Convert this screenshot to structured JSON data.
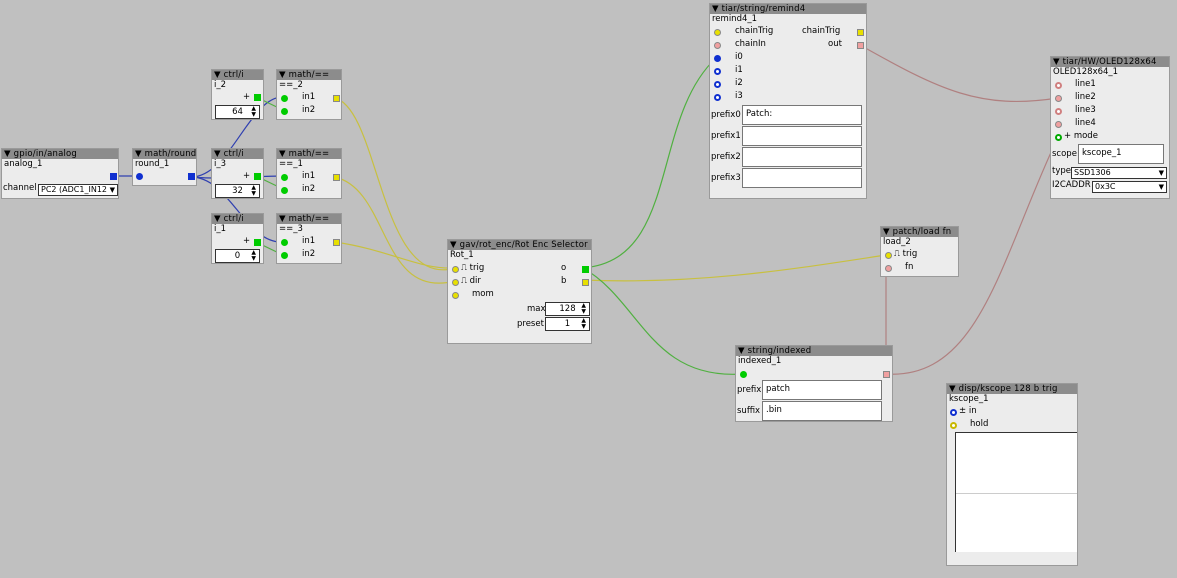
{
  "colors": {
    "bool": "#e8e000",
    "int": "#1030d0",
    "frac": "#00cc00",
    "str": "#f0a0a0",
    "wire_int": "#3040b0",
    "wire_bool": "#c8c040",
    "wire_frac": "#50b040",
    "wire_str": "#b08080"
  },
  "nodes": {
    "analog": {
      "type": "gpio/in/analog",
      "name": "analog_1",
      "channel_label": "channel",
      "channel_value": "PC2 (ADC1_IN12"
    },
    "round": {
      "type": "math/round",
      "name": "round_1"
    },
    "ctrl_i2": {
      "type": "ctrl/i",
      "name": "i_2",
      "plus": "+",
      "value": "64"
    },
    "ctrl_i3": {
      "type": "ctrl/i",
      "name": "i_3",
      "plus": "+",
      "value": "32"
    },
    "ctrl_i1": {
      "type": "ctrl/i",
      "name": "i_1",
      "plus": "+",
      "value": "0"
    },
    "eq2": {
      "type": "math/==",
      "name": "==_2",
      "in1": "in1",
      "in2": "in2"
    },
    "eq1": {
      "type": "math/==",
      "name": "==_1",
      "in1": "in1",
      "in2": "in2"
    },
    "eq3": {
      "type": "math/==",
      "name": "==_3",
      "in1": "in1",
      "in2": "in2"
    },
    "rot": {
      "type": "gav/rot_enc/Rot Enc Selector",
      "name": "Rot_1",
      "trig": "trig",
      "dir": "dir",
      "mom": "mom",
      "out_o": "o",
      "out_b": "b",
      "max_label": "max",
      "max_value": "128",
      "preset_label": "preset",
      "preset_value": "1"
    },
    "remind": {
      "type": "tiar/string/remind4",
      "name": "remind4_1",
      "in_chaintrig": "chainTrig",
      "in_chainin": "chainIn",
      "i0": "i0",
      "i1": "i1",
      "i2": "i2",
      "i3": "i3",
      "out_chaintrig": "chainTrig",
      "out_out": "out",
      "prefix0_label": "prefix0",
      "prefix0_value": "Patch:",
      "prefix1_label": "prefix1",
      "prefix1_value": "",
      "prefix2_label": "prefix2",
      "prefix2_value": "",
      "prefix3_label": "prefix3",
      "prefix3_value": ""
    },
    "oled": {
      "type": "tiar/HW/OLED128x64",
      "name": "OLED128x64_1",
      "line1": "line1",
      "line2": "line2",
      "line3": "line3",
      "line4": "line4",
      "mode": "mode",
      "mode_plus": "+",
      "scope_label": "scope",
      "scope_value": "kscope_1",
      "type_label": "type",
      "type_value": "SSD1306",
      "i2c_label": "I2CADDR",
      "i2c_value": "0x3C"
    },
    "load": {
      "type": "patch/load fn",
      "name": "load_2",
      "trig": "trig",
      "fn": "fn"
    },
    "indexed": {
      "type": "string/indexed",
      "name": "indexed_1",
      "prefix_label": "prefix",
      "prefix_value": "patch",
      "suffix_label": "suffix",
      "suffix_value": ".bin"
    },
    "kscope": {
      "type": "disp/kscope 128 b trig",
      "name": "kscope_1",
      "in_label": "in",
      "in_plus": "±",
      "hold_label": "hold"
    }
  }
}
